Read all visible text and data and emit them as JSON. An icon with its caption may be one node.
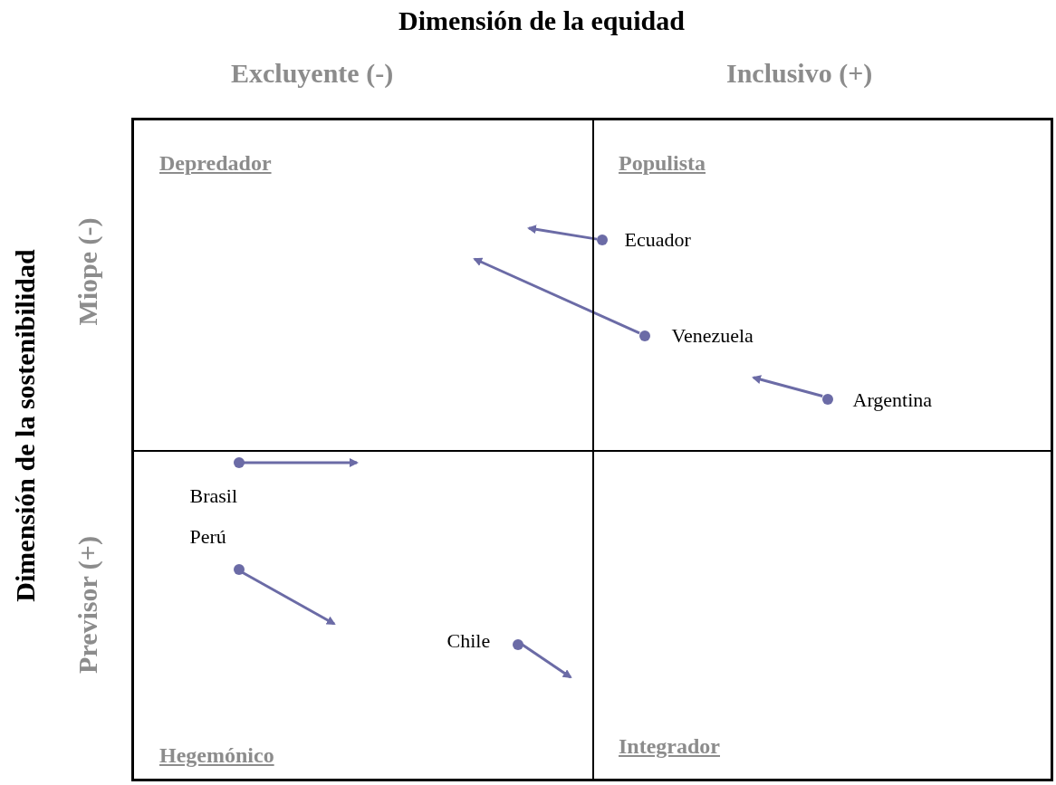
{
  "diagram": {
    "title": "Dimensión de la equidad",
    "nodes": [
      {
        "text": [
          "Depredador"
        ]
      },
      {
        "text": [
          "Populista"
        ]
      },
      {
        "text": [
          "Hegemónico"
        ]
      },
      {
        "text": [
          "Integrador"
        ]
      },
      {
        "text": [],
        "shape": "circle",
        "beside": [
          "Ecuador"
        ],
        "in": 1
      },
      {
        "text": [],
        "shape": "circle",
        "beside": [
          "Venezuela"
        ],
        "in": 1
      },
      {
        "text": [],
        "shape": "circle",
        "beside": [
          "Argentina"
        ],
        "in": 1
      },
      {
        "text": [],
        "shape": "circle",
        "beside": [
          "Brasil"
        ],
        "in": 2
      },
      {
        "text": [],
        "shape": "circle",
        "beside": [
          "Perú"
        ],
        "in": 2
      },
      {
        "text": [],
        "shape": "circle",
        "beside": [
          "Chile"
        ],
        "in": 2
      }
    ],
    "edges": [
      {
        "from": 4,
        "to": 0,
        "arrow": "to"
      },
      {
        "from": 5,
        "to": 0,
        "arrow": "to"
      },
      {
        "from": 6,
        "to": null,
        "arrow": "to"
      },
      {
        "from": 7,
        "to": null,
        "arrow": "to"
      },
      {
        "from": 8,
        "to": null,
        "arrow": "to"
      },
      {
        "from": 9,
        "to": 3,
        "arrow": "to"
      }
    ],
    "labels": [
      "Excluyente (-)",
      "Inclusivo (+)",
      "Dimensión de la sostenibilidad",
      "Miope (-)",
      "Previsor (+)"
    ]
  }
}
